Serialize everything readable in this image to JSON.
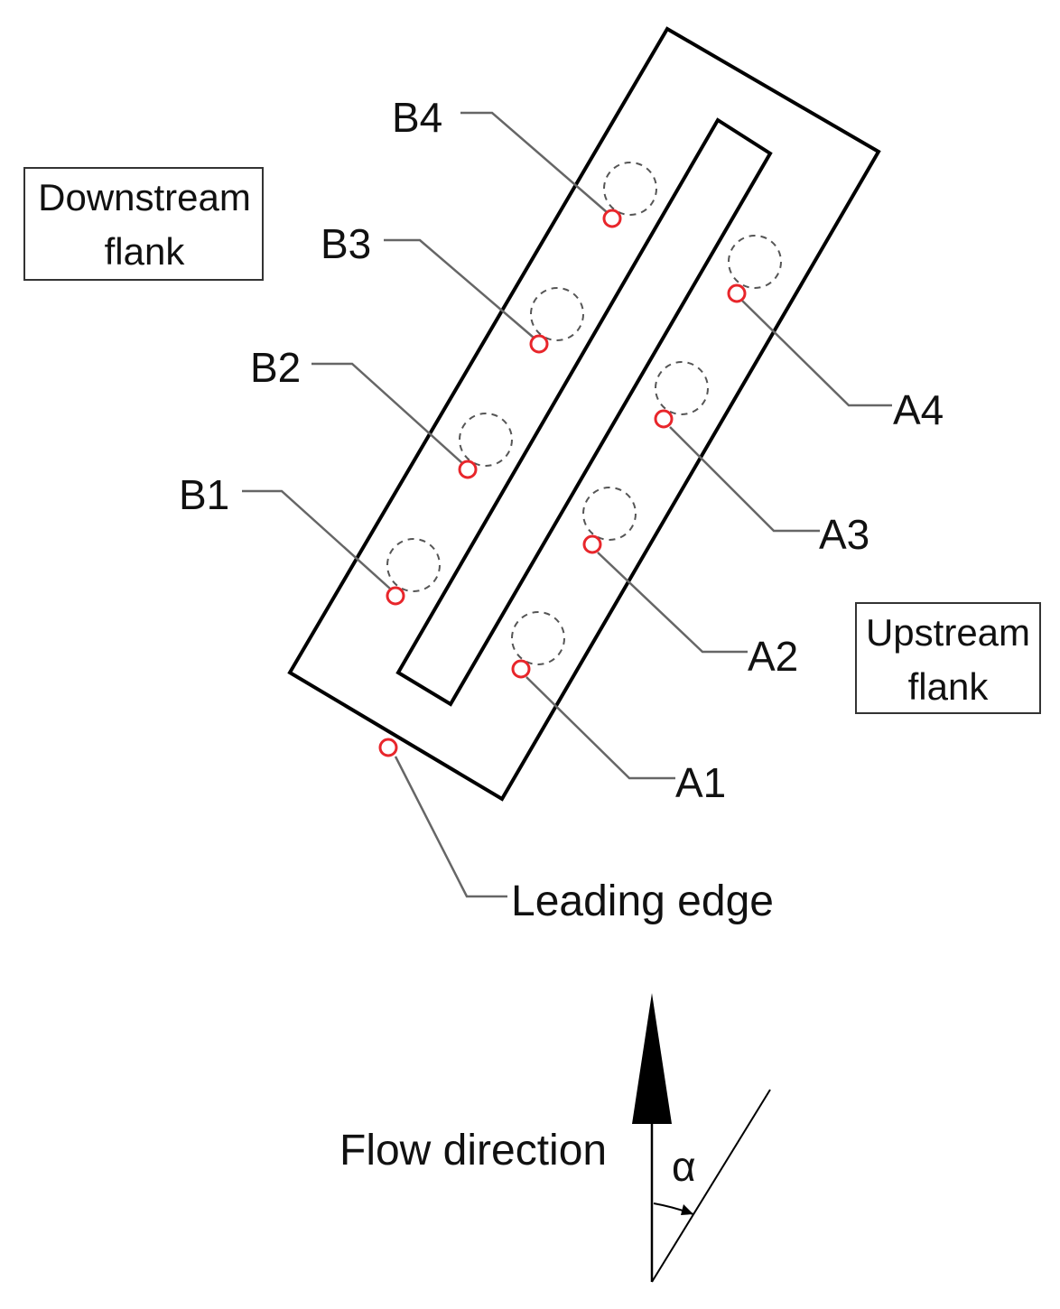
{
  "flank_boxes": {
    "downstream": [
      "Downstream",
      "flank"
    ],
    "upstream": [
      "Upstream",
      "flank"
    ]
  },
  "taps": {
    "B4": "B4",
    "B3": "B3",
    "B2": "B2",
    "B1": "B1",
    "A4": "A4",
    "A3": "A3",
    "A2": "A2",
    "A1": "A1"
  },
  "leading_edge": "Leading edge",
  "flow": {
    "label": "Flow direction",
    "angle_symbol": "α"
  },
  "colors": {
    "outline": "#000000",
    "tap": "#e8262b",
    "leader": "#666666"
  }
}
